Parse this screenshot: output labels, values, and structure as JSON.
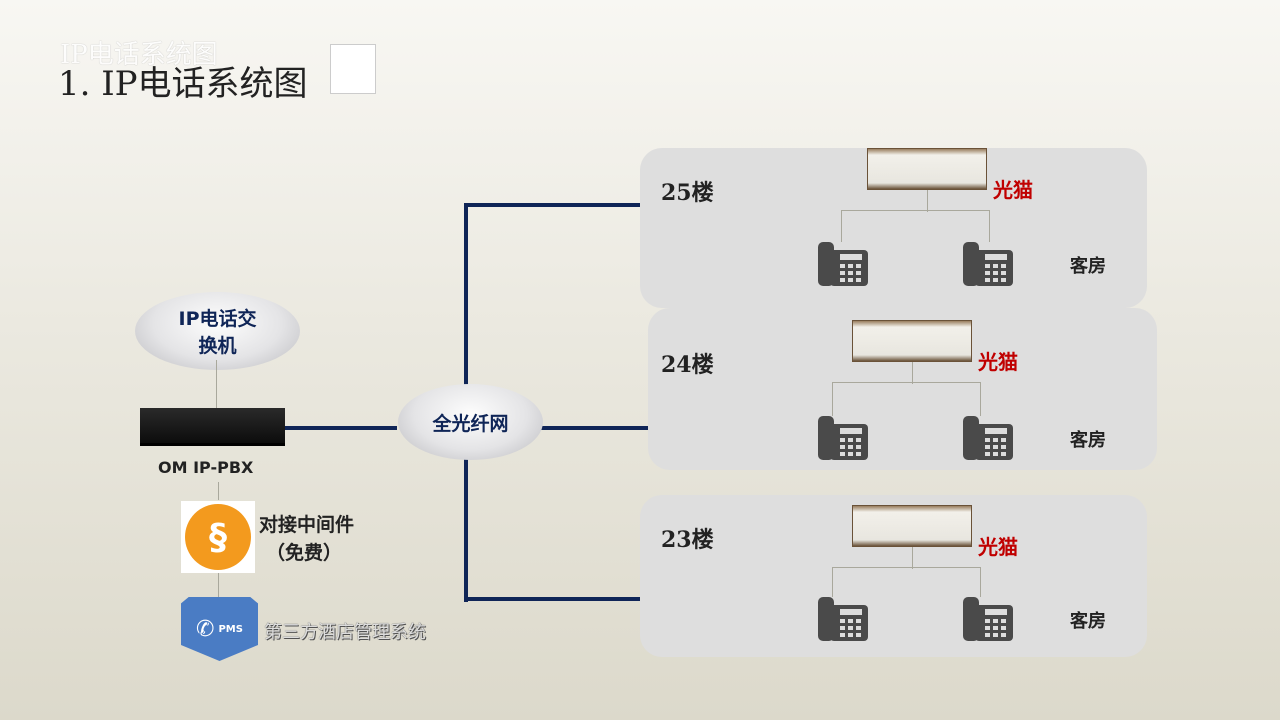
{
  "title": "1. IP电话系统图",
  "title_ghost": "IP电话系统图",
  "pbx_cloud_label": "IP电话交换机",
  "pbx_label": "OM IP-PBX",
  "middleware_label": "对接中间件",
  "middleware_note": "（免费）",
  "pms_badge": "PMS",
  "pms_label": "第三方酒店管理系统",
  "network_label": "全光纤网",
  "floors": [
    {
      "label": "25楼",
      "modem_label": "光猫",
      "room_label": "客房"
    },
    {
      "label": "24楼",
      "modem_label": "光猫",
      "room_label": "客房"
    },
    {
      "label": "23楼",
      "modem_label": "光猫",
      "room_label": "客房"
    }
  ],
  "colors": {
    "line": "#0f2557",
    "modem_label": "#c00000",
    "middleware": "#f39a1e",
    "pms": "#4a7cc4"
  }
}
